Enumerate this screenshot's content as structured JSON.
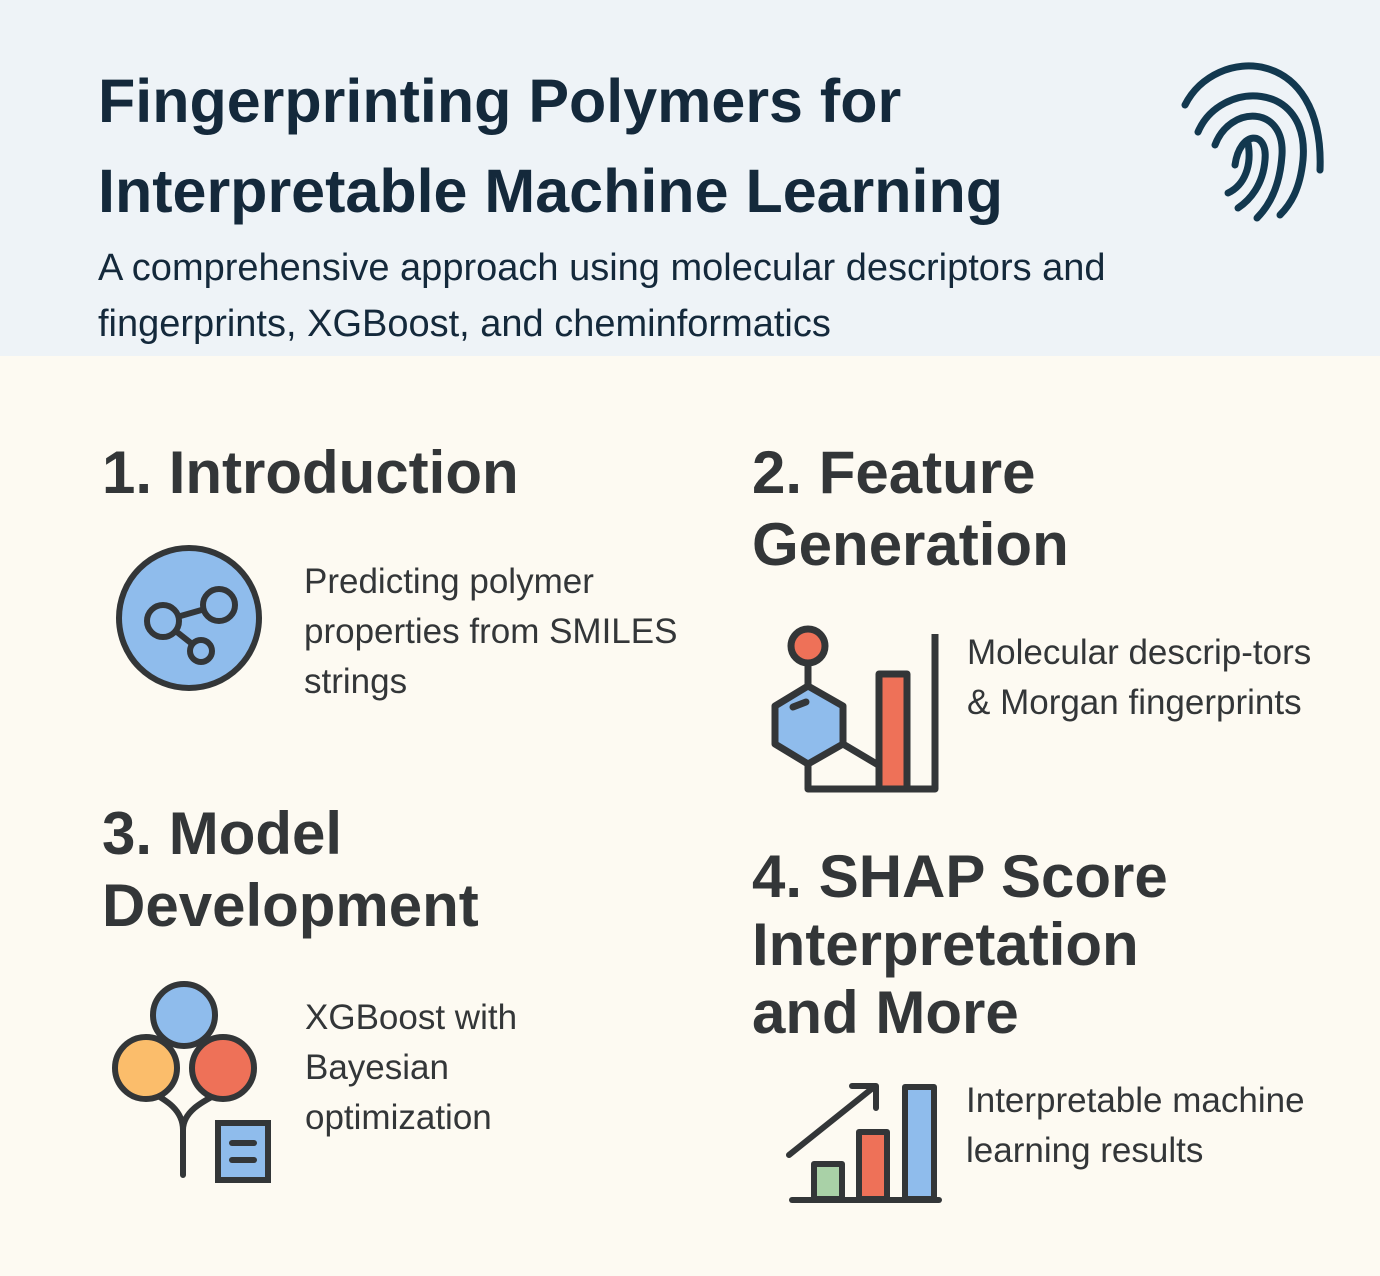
{
  "header": {
    "title": "Fingerprinting Polymers for Interpretable Machine Learning",
    "subtitle": "A comprehensive approach using molecular descriptors and fingerprints, XGBoost, and cheminformatics",
    "icon": "fingerprint-icon"
  },
  "sections": [
    {
      "title": "1. Introduction",
      "text": "Predicting polymer properties from SMILES strings",
      "icon": "molecule-network-icon"
    },
    {
      "title": "2. Feature Generation",
      "text": "Molecular descrip-tors & Morgan fingerprints",
      "icon": "molecule-bar-chart-icon"
    },
    {
      "title": "3. Model Development",
      "text": "XGBoost with Bayesian optimization",
      "icon": "tree-model-icon"
    },
    {
      "title": "4. SHAP Score Interpretation and More",
      "text": "Interpretable machine learning results",
      "icon": "growth-bar-chart-icon"
    }
  ],
  "colors": {
    "header_bg": "#eef3f7",
    "body_bg": "#fdfaf2",
    "title": "#14293b",
    "blue": "#8fbcec",
    "red": "#ee7158",
    "orange": "#fbbd6b",
    "green": "#a9d1a7",
    "outline": "#333638"
  }
}
